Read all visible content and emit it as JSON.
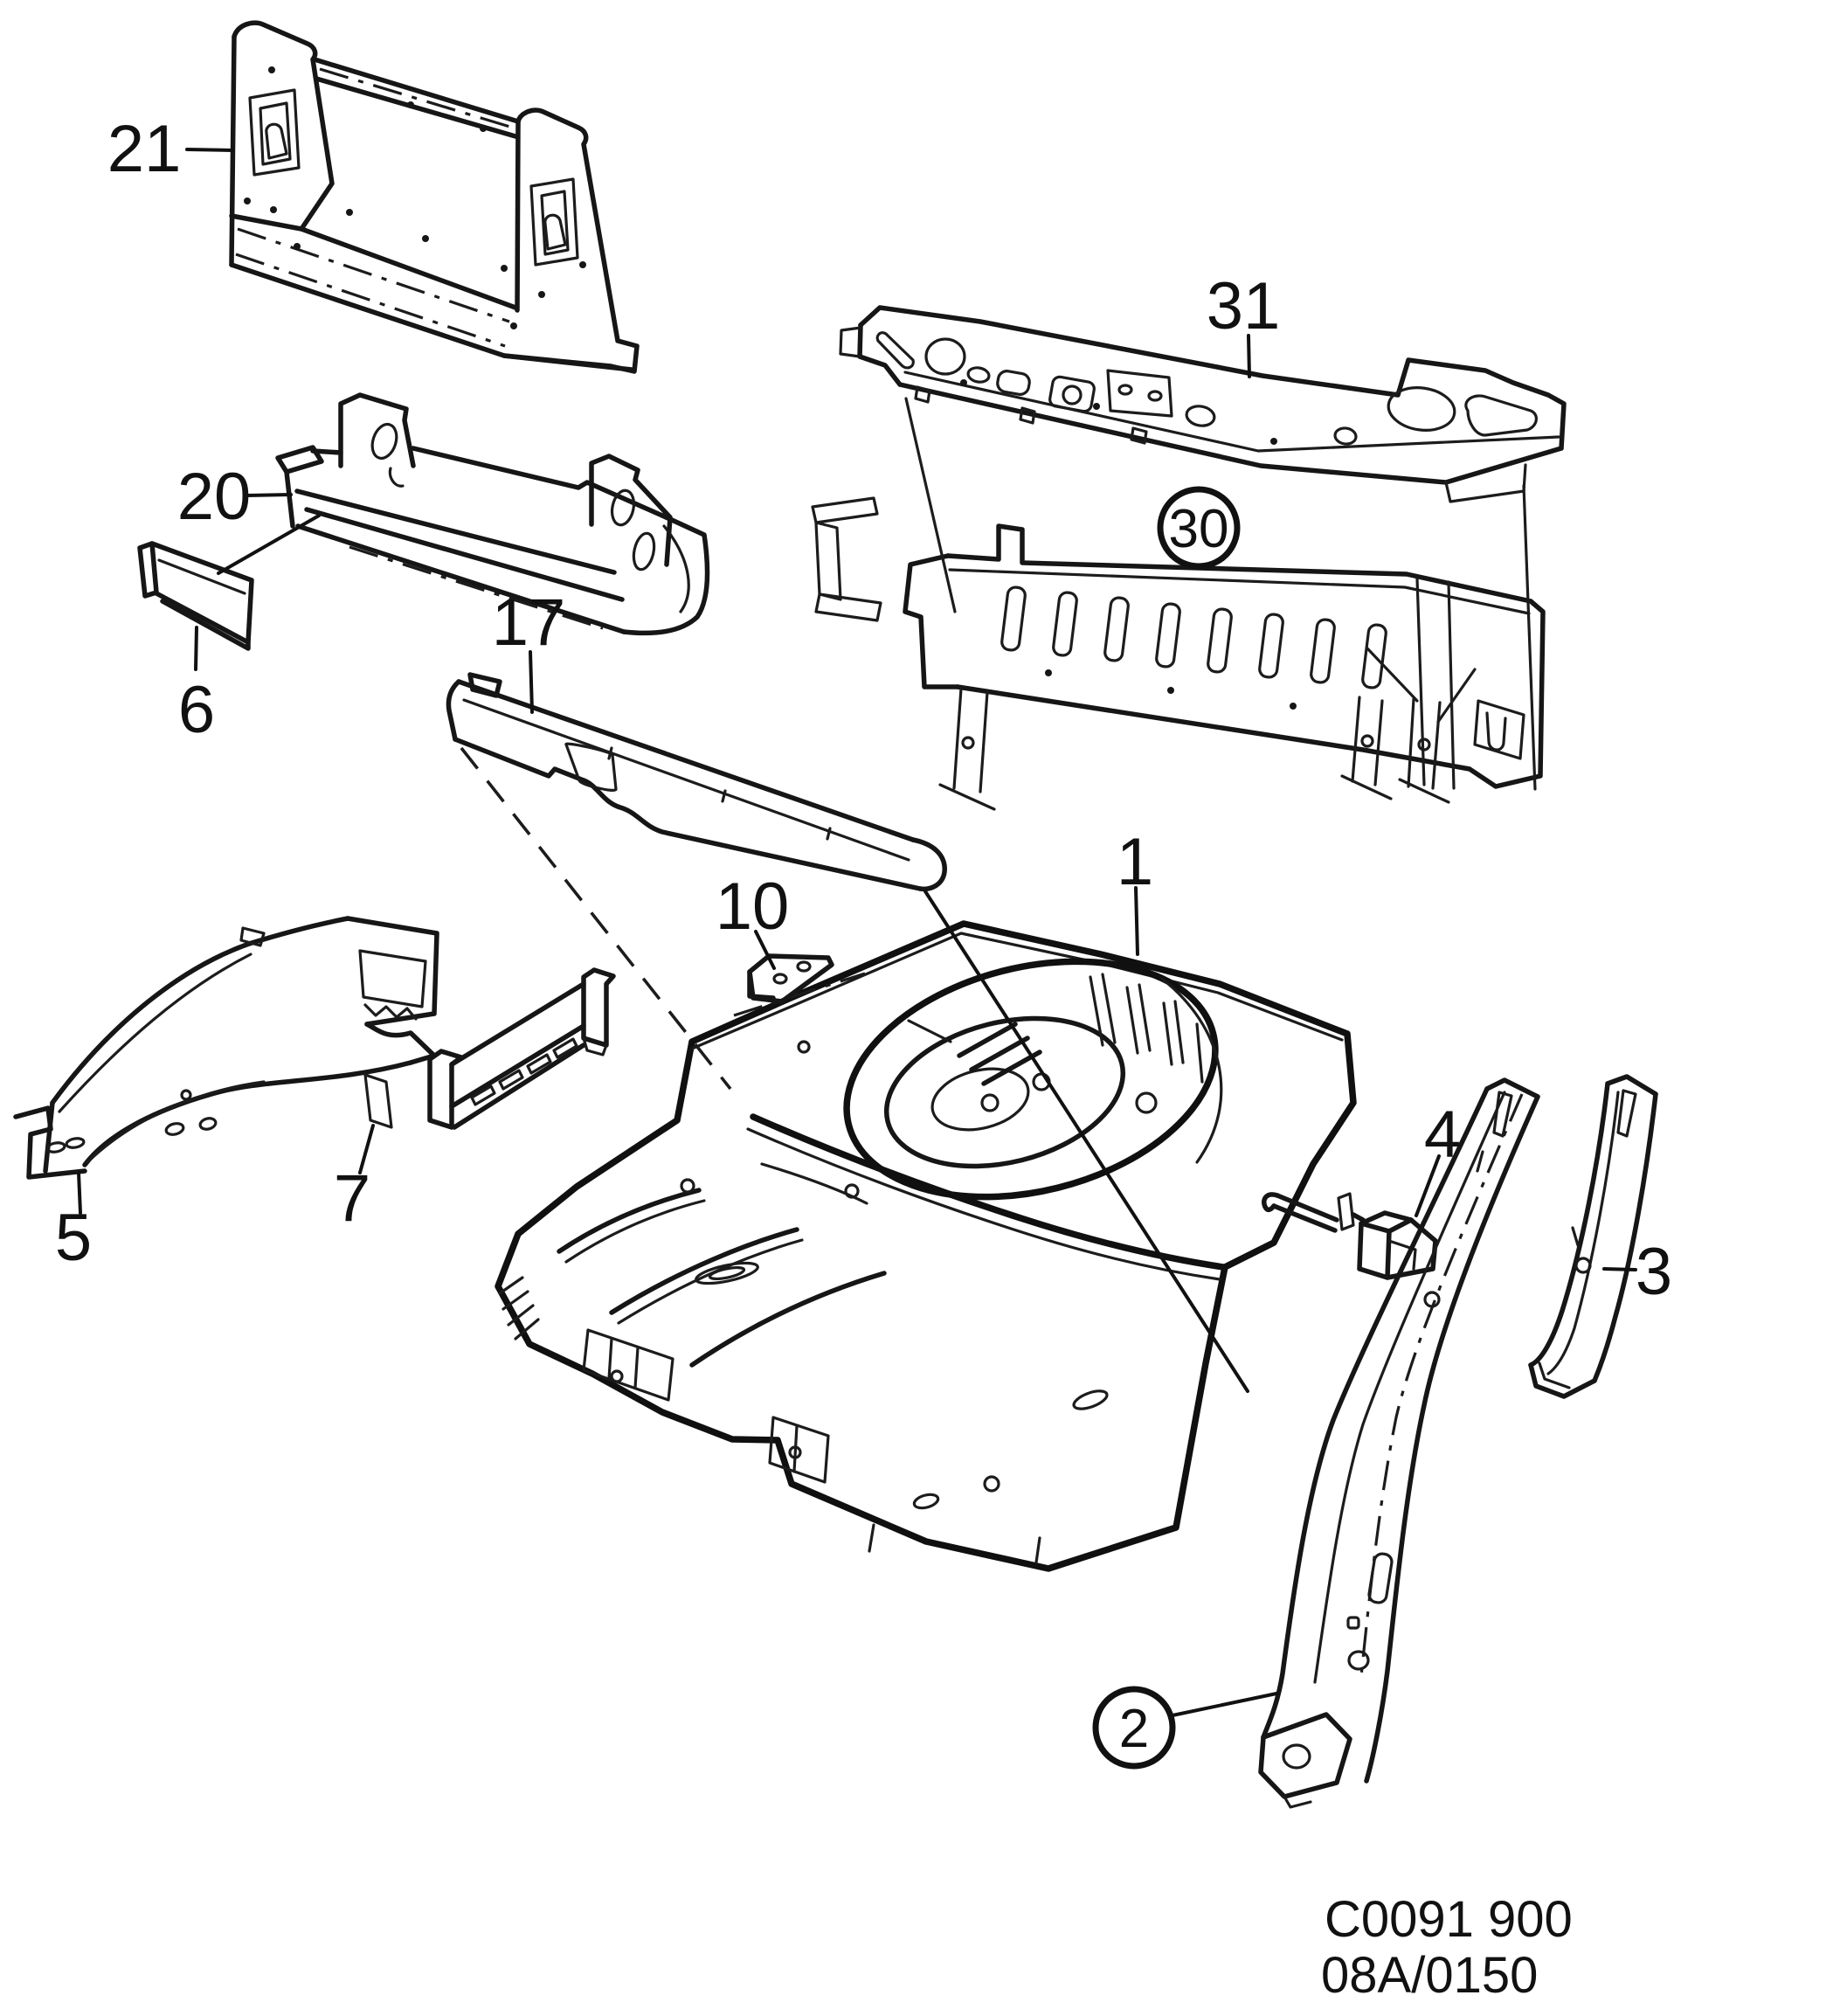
{
  "diagram": {
    "type": "exploded-parts-illustration",
    "callouts": [
      {
        "label": "21"
      },
      {
        "label": "20"
      },
      {
        "label": "6"
      },
      {
        "label": "17"
      },
      {
        "label": "31"
      },
      {
        "label": "1"
      },
      {
        "label": "10"
      },
      {
        "label": "5"
      },
      {
        "label": "7"
      },
      {
        "label": "4"
      },
      {
        "label": "3"
      }
    ],
    "circled_callouts": [
      {
        "label": "30"
      },
      {
        "label": "2"
      }
    ],
    "footer": {
      "line1": "C0091 900",
      "line2": "08A/0150"
    }
  }
}
